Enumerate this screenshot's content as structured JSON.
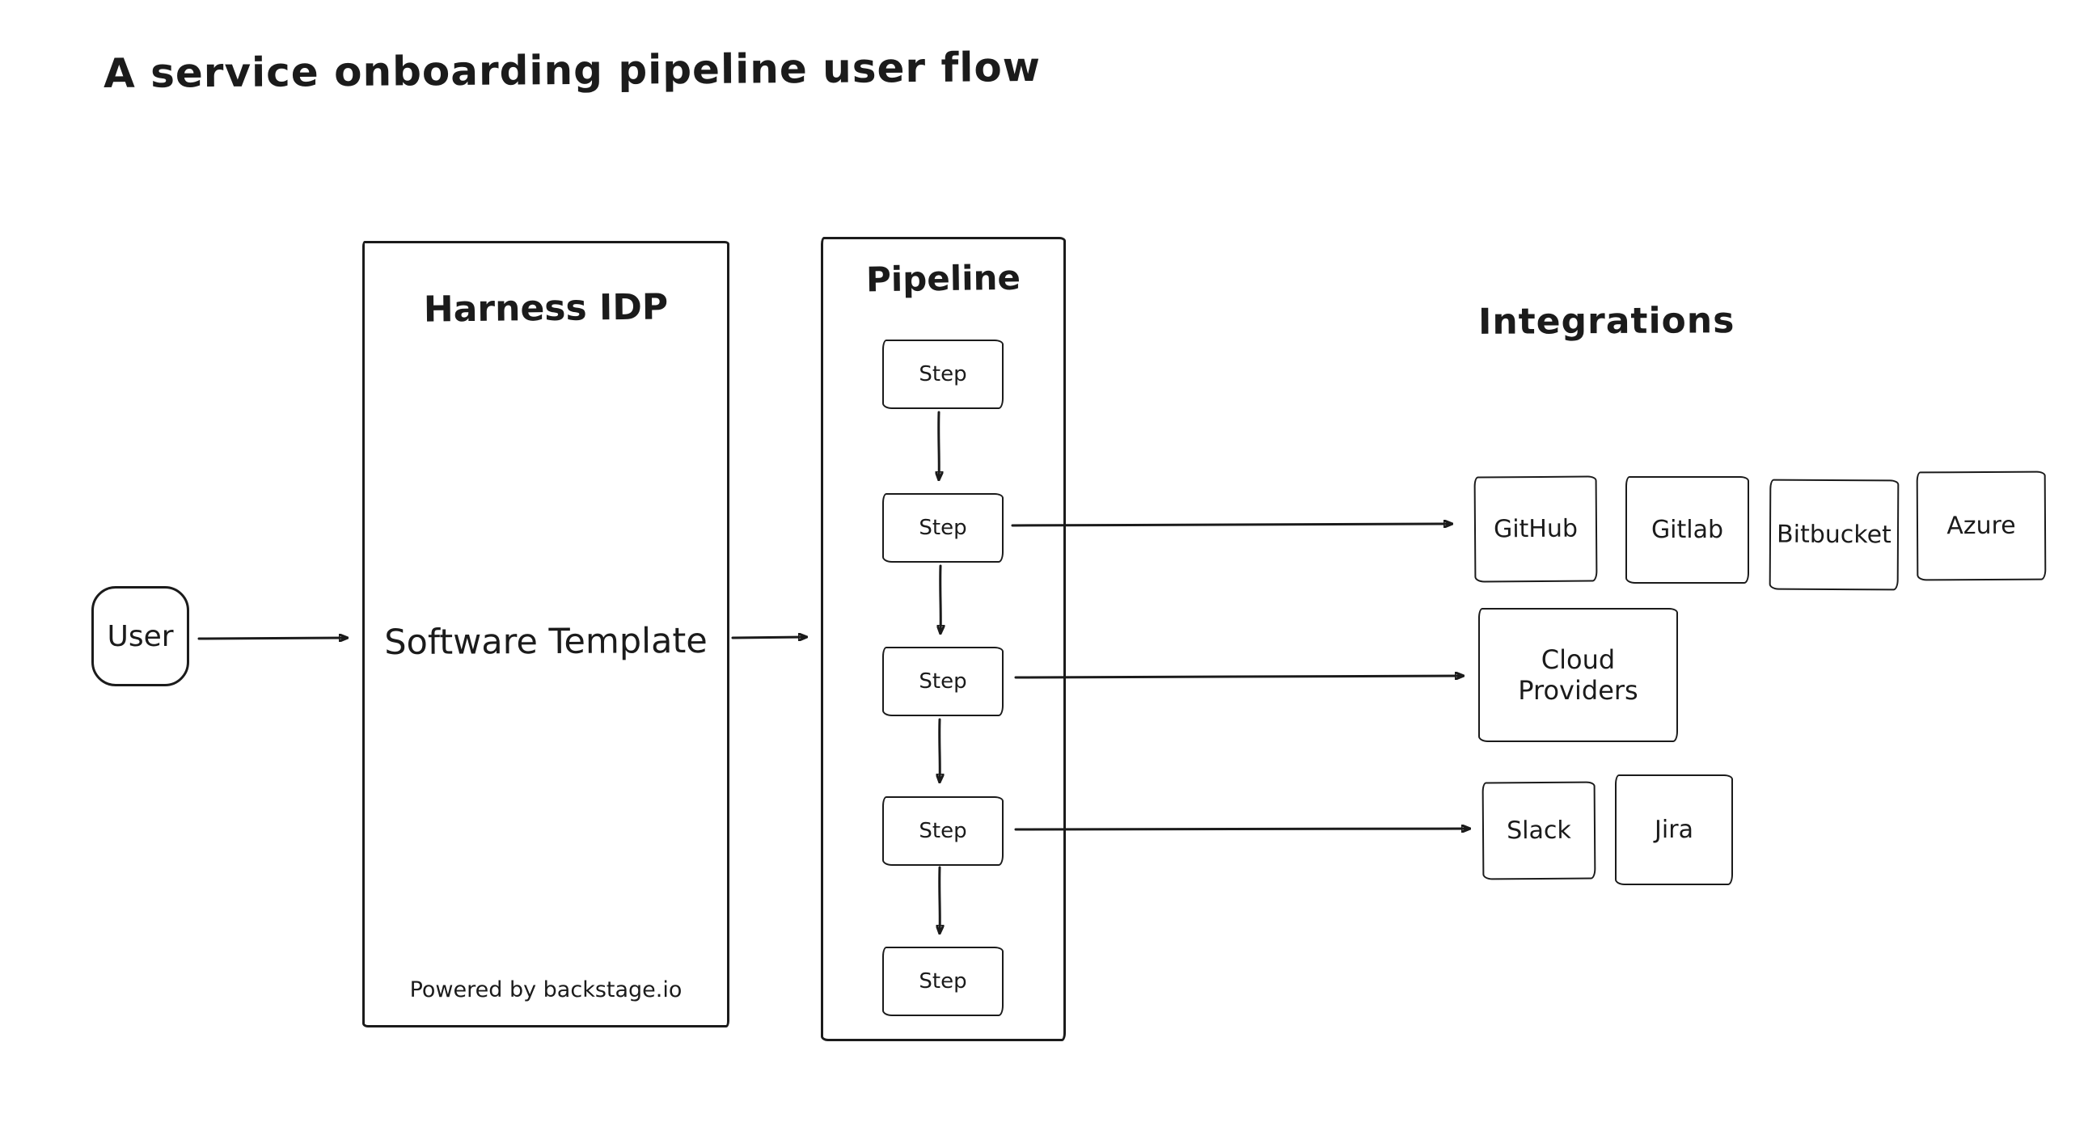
{
  "title": "A service onboarding pipeline user flow",
  "colors": {
    "stroke": "#1b1b1b",
    "background": "#ffffff"
  },
  "nodes": {
    "user": {
      "label": "User"
    },
    "harness": {
      "title": "Harness IDP",
      "center_label": "Software Template",
      "footer": "Powered by backstage.io"
    },
    "pipeline": {
      "title": "Pipeline",
      "steps": [
        "Step",
        "Step",
        "Step",
        "Step",
        "Step"
      ]
    },
    "integrations": {
      "title": "Integrations",
      "scm": [
        "GitHub",
        "Gitlab",
        "Bitbucket",
        "Azure"
      ],
      "cloud": "Cloud Providers",
      "collab": [
        "Slack",
        "Jira"
      ]
    }
  },
  "edges": [
    {
      "from": "user",
      "to": "software-template"
    },
    {
      "from": "software-template",
      "to": "pipeline"
    },
    {
      "from": "step-1",
      "to": "step-2"
    },
    {
      "from": "step-2",
      "to": "step-3"
    },
    {
      "from": "step-3",
      "to": "step-4"
    },
    {
      "from": "step-4",
      "to": "step-5"
    },
    {
      "from": "step-2",
      "to": "github"
    },
    {
      "from": "step-3",
      "to": "cloud-providers"
    },
    {
      "from": "step-4",
      "to": "slack"
    }
  ]
}
